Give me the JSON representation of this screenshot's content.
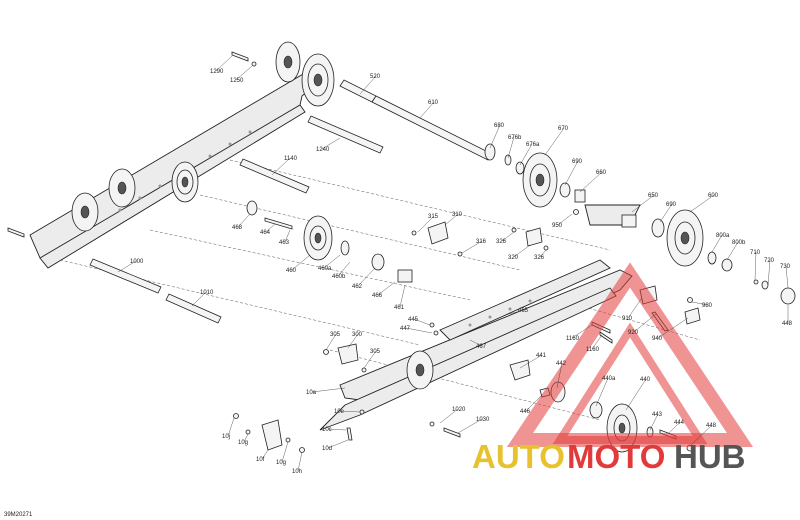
{
  "figure_code": "39M20271",
  "watermark": {
    "word_left": "AUTO",
    "word_mid": "MOTO",
    "word_right": "HUB",
    "color_left": "#e8c12e",
    "color_mid": "#e23a3a",
    "color_right": "#555555"
  },
  "callouts": [
    {
      "id": "c1290",
      "text": "1290"
    },
    {
      "id": "c1250",
      "text": "1250"
    },
    {
      "id": "c520",
      "text": "520"
    },
    {
      "id": "c610",
      "text": "610"
    },
    {
      "id": "c1240",
      "text": "1240"
    },
    {
      "id": "c680",
      "text": "680"
    },
    {
      "id": "c670",
      "text": "670"
    },
    {
      "id": "c676b",
      "text": "676b"
    },
    {
      "id": "c676a",
      "text": "676a"
    },
    {
      "id": "c1140",
      "text": "1140"
    },
    {
      "id": "c690a",
      "text": "690"
    },
    {
      "id": "c660",
      "text": "660"
    },
    {
      "id": "c468",
      "text": "468"
    },
    {
      "id": "c464",
      "text": "464"
    },
    {
      "id": "c463",
      "text": "463"
    },
    {
      "id": "c460",
      "text": "460"
    },
    {
      "id": "c460a",
      "text": "460a"
    },
    {
      "id": "c460b",
      "text": "460b"
    },
    {
      "id": "c462",
      "text": "462"
    },
    {
      "id": "c466",
      "text": "466"
    },
    {
      "id": "c461",
      "text": "461"
    },
    {
      "id": "c315",
      "text": "315"
    },
    {
      "id": "c310",
      "text": "310"
    },
    {
      "id": "c316",
      "text": "316"
    },
    {
      "id": "c326a",
      "text": "326"
    },
    {
      "id": "c320",
      "text": "320"
    },
    {
      "id": "c326b",
      "text": "326"
    },
    {
      "id": "c950",
      "text": "950"
    },
    {
      "id": "c650",
      "text": "650"
    },
    {
      "id": "c690b",
      "text": "690"
    },
    {
      "id": "c600",
      "text": "600"
    },
    {
      "id": "c800a",
      "text": "800a"
    },
    {
      "id": "c800b",
      "text": "800b"
    },
    {
      "id": "c710",
      "text": "710"
    },
    {
      "id": "c720",
      "text": "720"
    },
    {
      "id": "c730",
      "text": "730"
    },
    {
      "id": "c448a",
      "text": "448"
    },
    {
      "id": "c980",
      "text": "980"
    },
    {
      "id": "c910",
      "text": "910"
    },
    {
      "id": "c920",
      "text": "920"
    },
    {
      "id": "c940",
      "text": "940"
    },
    {
      "id": "c1000",
      "text": "1000"
    },
    {
      "id": "c1010",
      "text": "1010"
    },
    {
      "id": "c445",
      "text": "445"
    },
    {
      "id": "c447",
      "text": "447"
    },
    {
      "id": "c465",
      "text": "465"
    },
    {
      "id": "c467",
      "text": "467"
    },
    {
      "id": "c305a",
      "text": "305"
    },
    {
      "id": "c300",
      "text": "300"
    },
    {
      "id": "c305b",
      "text": "305"
    },
    {
      "id": "c1160a",
      "text": "1160"
    },
    {
      "id": "c1160b",
      "text": "1160"
    },
    {
      "id": "c441",
      "text": "441"
    },
    {
      "id": "c442",
      "text": "442"
    },
    {
      "id": "c440a",
      "text": "440a"
    },
    {
      "id": "c440",
      "text": "440"
    },
    {
      "id": "c446",
      "text": "446"
    },
    {
      "id": "c443",
      "text": "443"
    },
    {
      "id": "c444",
      "text": "444"
    },
    {
      "id": "c448b",
      "text": "448"
    },
    {
      "id": "c10a",
      "text": "10a"
    },
    {
      "id": "c10e",
      "text": "10e"
    },
    {
      "id": "c10c",
      "text": "10c"
    },
    {
      "id": "c10d",
      "text": "10d"
    },
    {
      "id": "c1020",
      "text": "1020"
    },
    {
      "id": "c1030",
      "text": "1030"
    },
    {
      "id": "c10j",
      "text": "10j"
    },
    {
      "id": "c10g",
      "text": "10g"
    },
    {
      "id": "c10f",
      "text": "10f"
    },
    {
      "id": "c10gb",
      "text": "10g"
    },
    {
      "id": "c10h",
      "text": "10h"
    }
  ]
}
